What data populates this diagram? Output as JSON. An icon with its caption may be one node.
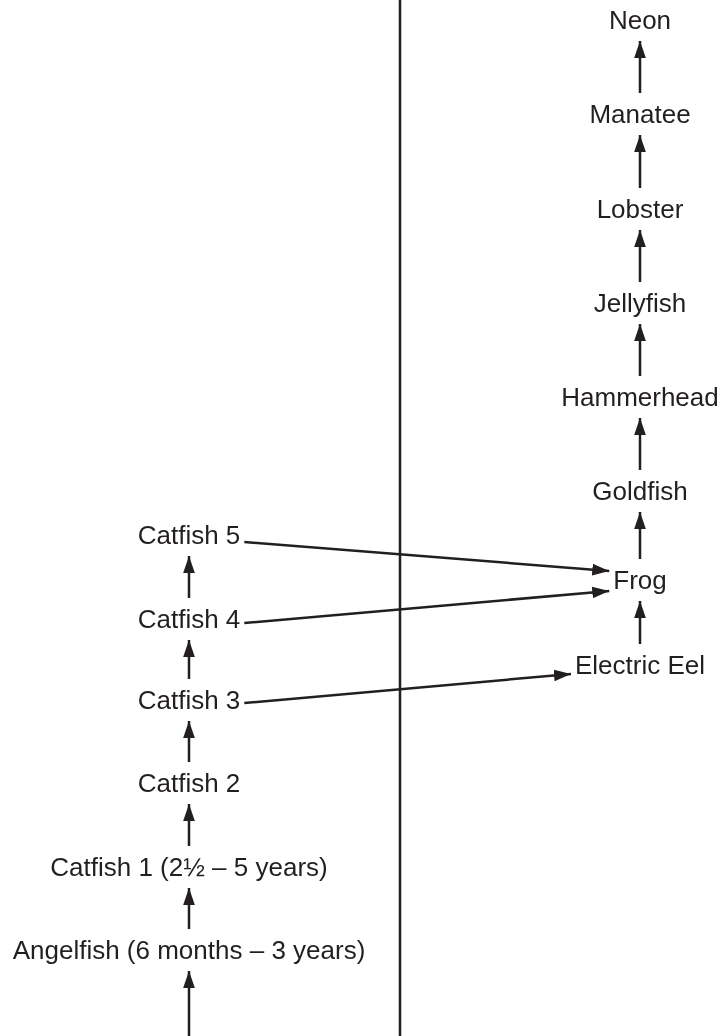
{
  "diagram": {
    "nodes": [
      {
        "text": [
          "Neon"
        ]
      },
      {
        "text": [
          "Manatee"
        ]
      },
      {
        "text": [
          "Lobster"
        ]
      },
      {
        "text": [
          "Jellyfish"
        ]
      },
      {
        "text": [
          "Hammerhead"
        ]
      },
      {
        "text": [
          "Goldfish"
        ]
      },
      {
        "text": [
          "Frog"
        ]
      },
      {
        "text": [
          "Electric Eel"
        ]
      },
      {
        "text": [
          "Catfish 5"
        ]
      },
      {
        "text": [
          "Catfish 4"
        ]
      },
      {
        "text": [
          "Catfish 3"
        ]
      },
      {
        "text": [
          "Catfish 2"
        ]
      },
      {
        "text": [
          "Catfish 1 (2½ – 5 years)"
        ]
      },
      {
        "text": [
          "Angelfish (6 months – 3 years)"
        ]
      }
    ],
    "edges": [
      {
        "from": 1,
        "to": 0,
        "arrow": "to"
      },
      {
        "from": 2,
        "to": 1,
        "arrow": "to"
      },
      {
        "from": 3,
        "to": 2,
        "arrow": "to"
      },
      {
        "from": 4,
        "to": 3,
        "arrow": "to"
      },
      {
        "from": 5,
        "to": 4,
        "arrow": "to"
      },
      {
        "from": 6,
        "to": 5,
        "arrow": "to"
      },
      {
        "from": 7,
        "to": 6,
        "arrow": "to"
      },
      {
        "from": 9,
        "to": 8,
        "arrow": "to"
      },
      {
        "from": 10,
        "to": 9,
        "arrow": "to"
      },
      {
        "from": 11,
        "to": 10,
        "arrow": "to"
      },
      {
        "from": 12,
        "to": 11,
        "arrow": "to"
      },
      {
        "from": 13,
        "to": 12,
        "arrow": "to"
      },
      {
        "from": null,
        "to": 13,
        "arrow": "to"
      },
      {
        "from": 8,
        "to": 6,
        "arrow": "to"
      },
      {
        "from": 9,
        "to": 6,
        "arrow": "to"
      },
      {
        "from": 10,
        "to": 7,
        "arrow": "to"
      }
    ]
  }
}
